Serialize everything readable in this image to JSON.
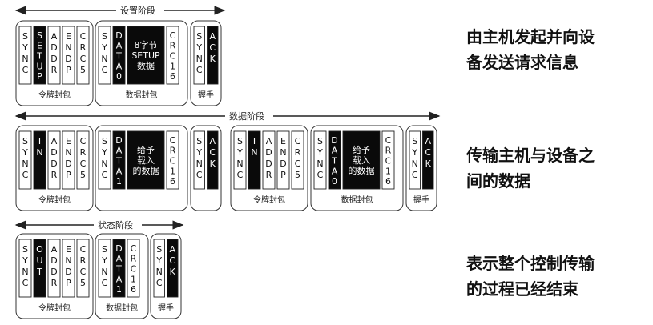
{
  "stages": [
    {
      "label": "设置阶段",
      "description": [
        "由主机发起并向设",
        "备发送请求信息"
      ],
      "packets": [
        {
          "label": "令牌封包",
          "fields": [
            {
              "text": "SYNC",
              "dark": false
            },
            {
              "text": "SETUP",
              "dark": true
            },
            {
              "text": "ADDR",
              "dark": false
            },
            {
              "text": "ENDP",
              "dark": false
            },
            {
              "text": "CRC5",
              "dark": false
            }
          ]
        },
        {
          "label": "数据封包",
          "fields": [
            {
              "text": "SYNC",
              "dark": false
            },
            {
              "text": "DATA0",
              "dark": true
            },
            {
              "text": "8字节|SETUP|数据",
              "dark": true,
              "box": true
            },
            {
              "text": "CRC16",
              "dark": false
            }
          ]
        },
        {
          "label": "握手",
          "fields": [
            {
              "text": "SYNC",
              "dark": false
            },
            {
              "text": "ACK",
              "dark": true
            }
          ]
        }
      ]
    },
    {
      "label": "数据阶段",
      "description": [
        "传输主机与设备之",
        "间的数据"
      ],
      "packets": [
        {
          "label": "令牌封包",
          "fields": [
            {
              "text": "SYNC",
              "dark": false
            },
            {
              "text": "IN",
              "dark": true
            },
            {
              "text": "ADDR",
              "dark": false
            },
            {
              "text": "ENDP",
              "dark": false
            },
            {
              "text": "CRC5",
              "dark": false
            }
          ]
        },
        {
          "label": "",
          "fields": [
            {
              "text": "SYNC",
              "dark": false
            },
            {
              "text": "DATA1",
              "dark": true
            },
            {
              "text": "给予|载入|的数据",
              "dark": true,
              "box": true
            },
            {
              "text": "CRC16",
              "dark": false
            }
          ]
        },
        {
          "label": "",
          "fields": [
            {
              "text": "SYNC",
              "dark": false
            },
            {
              "text": "ACK",
              "dark": true
            }
          ]
        },
        {
          "label": "令牌封包",
          "fields": [
            {
              "text": "SYNC",
              "dark": false
            },
            {
              "text": "IN",
              "dark": true
            },
            {
              "text": "ADDR",
              "dark": false
            },
            {
              "text": "ENDP",
              "dark": false
            },
            {
              "text": "CRC5",
              "dark": false
            }
          ]
        },
        {
          "label": "数据封包",
          "fields": [
            {
              "text": "SYNC",
              "dark": false
            },
            {
              "text": "DATA0",
              "dark": true
            },
            {
              "text": "给予|载入|的数据",
              "dark": true,
              "box": true
            },
            {
              "text": "CRC16",
              "dark": false
            }
          ]
        },
        {
          "label": "握手",
          "fields": [
            {
              "text": "SYNC",
              "dark": false
            },
            {
              "text": "ACK",
              "dark": true
            }
          ]
        }
      ]
    },
    {
      "label": "状态阶段",
      "description": [
        "表示整个控制传输",
        "的过程已经结束"
      ],
      "packets": [
        {
          "label": "令牌封包",
          "fields": [
            {
              "text": "SYNC",
              "dark": false
            },
            {
              "text": "OUT",
              "dark": true
            },
            {
              "text": "ADDR",
              "dark": false
            },
            {
              "text": "ENDP",
              "dark": false
            },
            {
              "text": "CRC5",
              "dark": false
            }
          ]
        },
        {
          "label": "数据封包",
          "fields": [
            {
              "text": "SYNC",
              "dark": false
            },
            {
              "text": "DATA1",
              "dark": true
            },
            {
              "text": "CRC16",
              "dark": false
            }
          ]
        },
        {
          "label": "握手",
          "fields": [
            {
              "text": "SYNC",
              "dark": false
            },
            {
              "text": "ACK",
              "dark": true
            }
          ]
        }
      ]
    }
  ]
}
